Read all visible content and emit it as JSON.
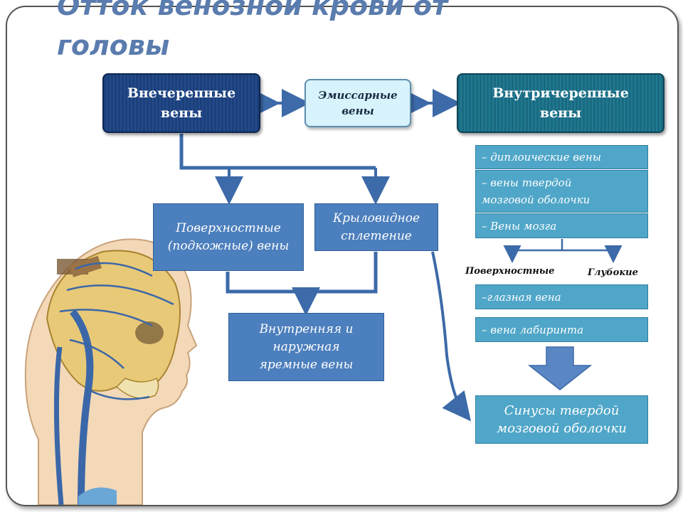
{
  "title": {
    "line1": "Отток венозной крови от",
    "line2": "головы"
  },
  "boxes": {
    "extracranial": "Внечерепные вены",
    "emissary": "Эмиссарные вены",
    "intracranial": "Внутричерепные вены",
    "superficial": "Поверхностные (подкожные) вены",
    "pterygoid": "Крыловидное сплетение",
    "jugular": "Внутренняя и наружная яремные вены",
    "sinuses": "Синусы твердой мозговой оболочки"
  },
  "intracranial_list": [
    "– диплоические  вены",
    "– вены твердой мозговой оболочки",
    "– Вены мозга"
  ],
  "brain_veins_labels": {
    "superficial": "Поверхностные",
    "deep": "Глубокие"
  },
  "other_veins": [
    "–глазная вена",
    "– вена лабиринта"
  ],
  "colors": {
    "dark_blue": "#1f4788",
    "dark_teal": "#1d7088",
    "mid_blue": "#4c7fbd",
    "teal_row": "#4fa6c8",
    "arrow": "#3d6aa8",
    "title": "#5a7cae"
  },
  "illustration": {
    "icon": "head-skull-veins-illustration"
  }
}
